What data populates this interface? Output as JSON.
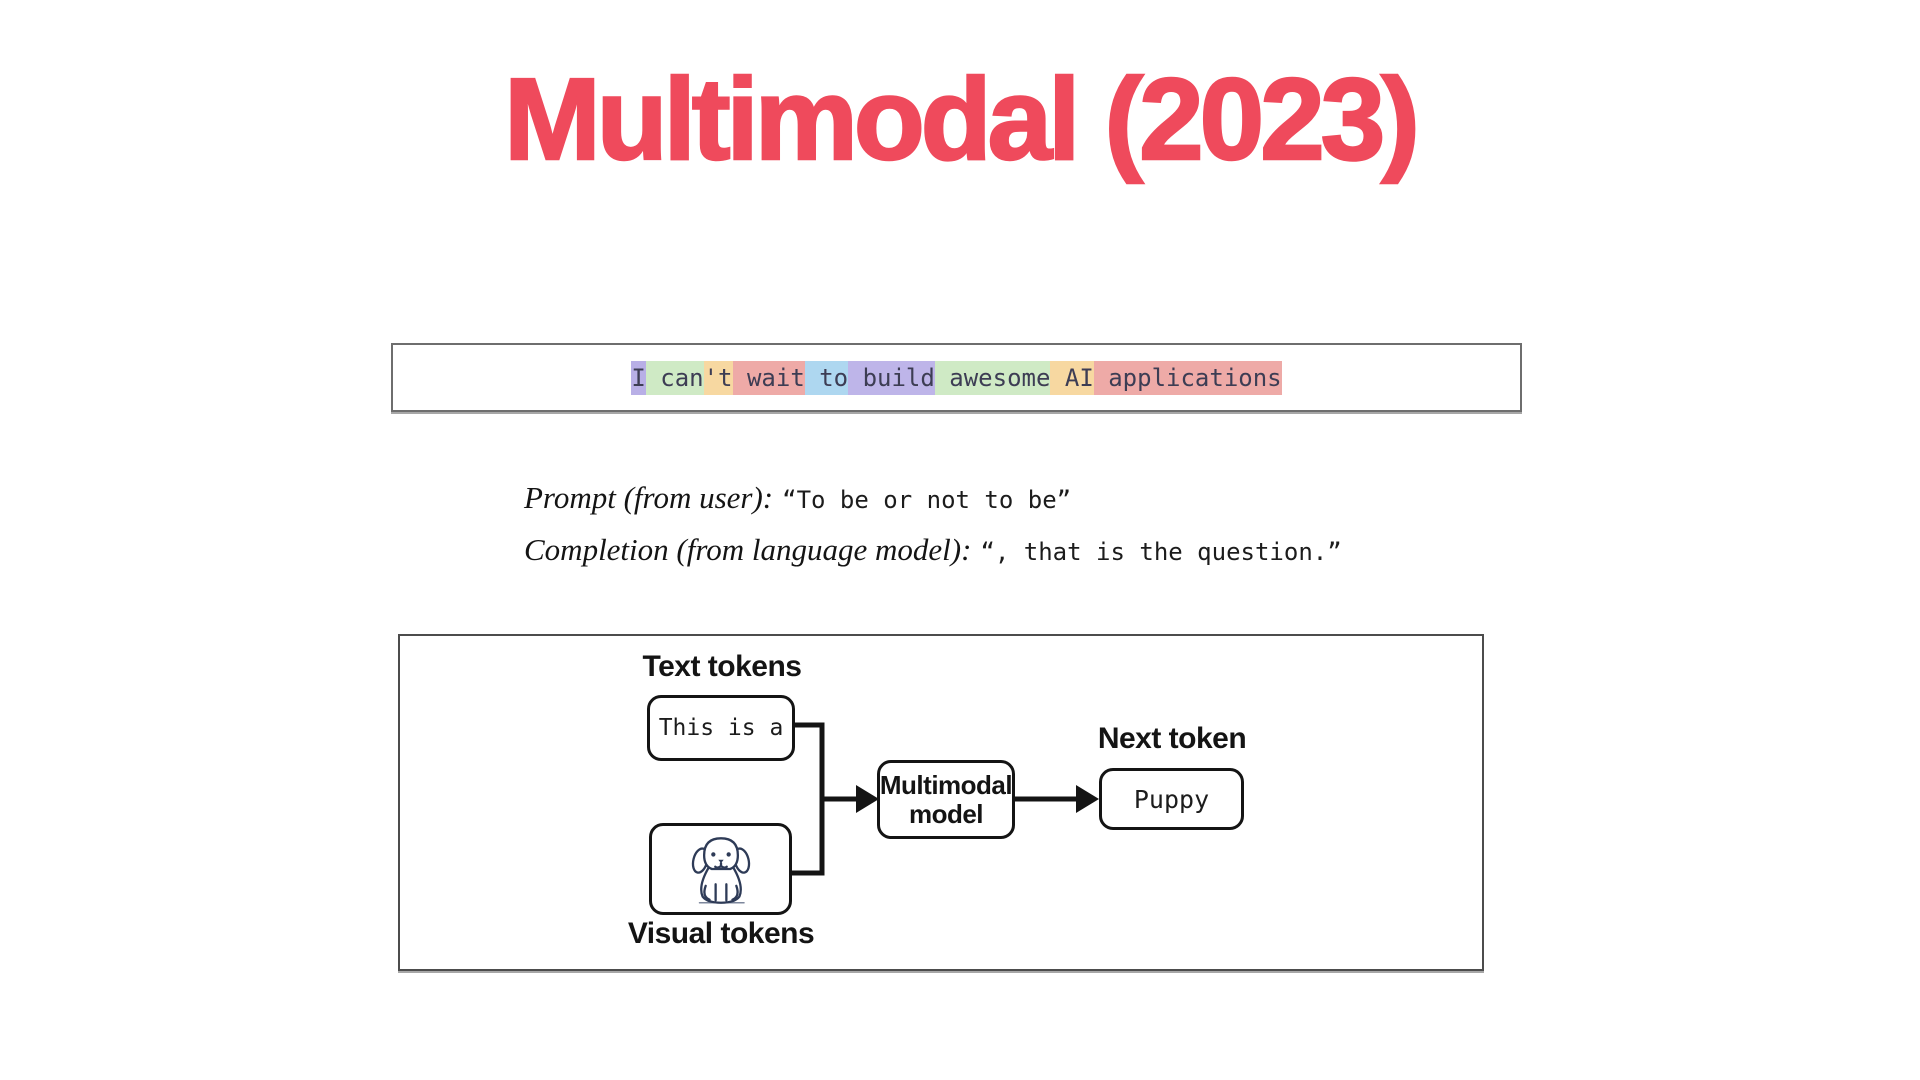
{
  "slide": {
    "title": "Multimodal (2023)",
    "title_color": "#ef4a5c"
  },
  "tokenizer_box": {
    "text_color": "#3d3d54",
    "tokens": [
      {
        "text": "I",
        "bg": "#b8afe6"
      },
      {
        "text": " can",
        "bg": "#cfeac5"
      },
      {
        "text": "'t",
        "bg": "#f7d8a1"
      },
      {
        "text": " wait",
        "bg": "#eeaaa7"
      },
      {
        "text": " to",
        "bg": "#aed7f0"
      },
      {
        "text": " build",
        "bg": "#beb5e9"
      },
      {
        "text": " awesome",
        "bg": "#cfeac5"
      },
      {
        "text": " AI",
        "bg": "#f7d8a1"
      },
      {
        "text": " applications",
        "bg": "#eeaaa7"
      }
    ]
  },
  "example": {
    "prompt_label": "Prompt (from user):",
    "prompt_value": "“To be or not to be”",
    "completion_label": "Completion (from language model):",
    "completion_value": "“, that is the question.”"
  },
  "diagram": {
    "text_tokens_label": "Text tokens",
    "text_box_value": "This is a",
    "visual_tokens_label": "Visual tokens",
    "puppy_icon": "puppy-line-drawing",
    "model_line1": "Multimodal",
    "model_line2": "model",
    "next_token_label": "Next token",
    "output_value": "Puppy"
  }
}
